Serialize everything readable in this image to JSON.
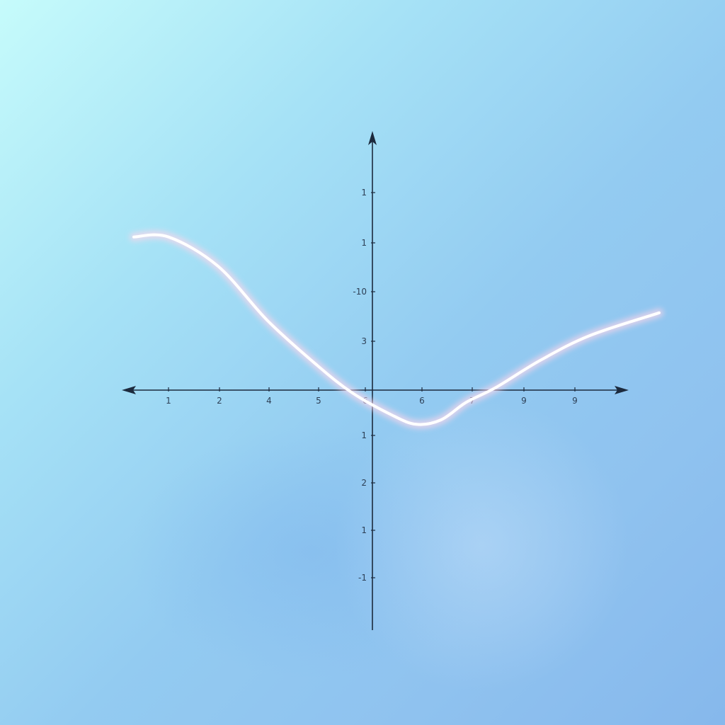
{
  "chart_data": {
    "type": "line",
    "title": "",
    "xlabel": "",
    "ylabel": "",
    "grid": false,
    "x_ticks": [
      "1",
      "2",
      "4",
      "5",
      "6",
      "6",
      "7",
      "9",
      "9"
    ],
    "y_ticks": [
      "1",
      "1",
      "-10",
      "3",
      "1",
      "2",
      "1",
      "-1"
    ],
    "series": [
      {
        "values": [
          {
            "x": 0.3,
            "y": 3.09
          },
          {
            "x": 1.0,
            "y": 3.09
          },
          {
            "x": 2.0,
            "y": 2.5
          },
          {
            "x": 3.0,
            "y": 1.4
          },
          {
            "x": 4.0,
            "y": 0.5
          },
          {
            "x": 4.7,
            "y": -0.05
          },
          {
            "x": 5.5,
            "y": -0.5
          },
          {
            "x": 6.0,
            "y": -0.69
          },
          {
            "x": 6.5,
            "y": -0.6
          },
          {
            "x": 7.0,
            "y": -0.25
          },
          {
            "x": 7.6,
            "y": 0.05
          },
          {
            "x": 8.5,
            "y": 0.6
          },
          {
            "x": 9.5,
            "y": 1.1
          },
          {
            "x": 10.9,
            "y": 1.56
          }
        ]
      }
    ],
    "colors": {
      "axis": "#1c2a3d",
      "curve": "#ffffff",
      "curve_glow": "#ffd6ea",
      "tick_label": "#2d3f55"
    }
  }
}
